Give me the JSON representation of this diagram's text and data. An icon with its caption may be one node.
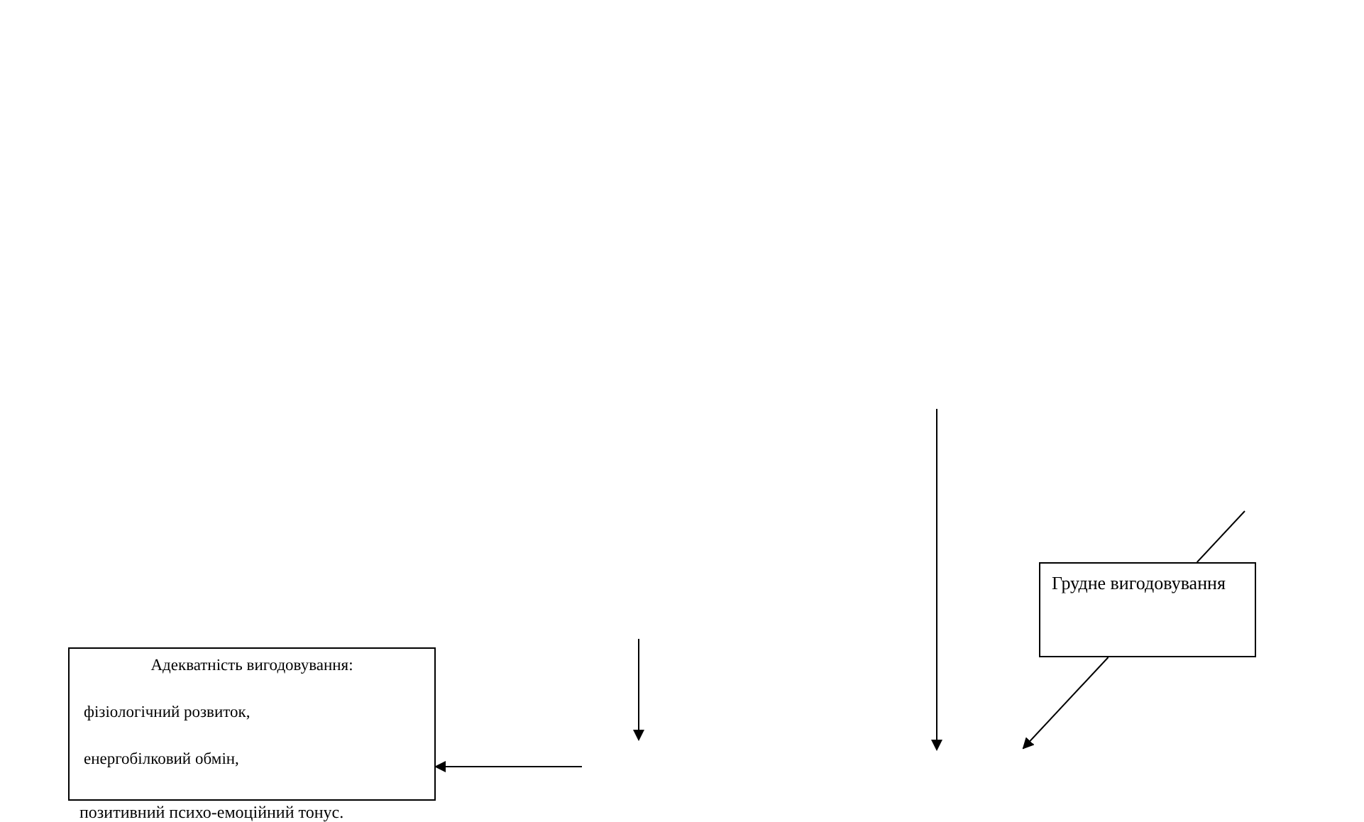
{
  "diagram": {
    "nodes": [
      {
        "text": [
          "Адекватність вигодовування:",
          "фізіологічний розвиток,",
          "енергобілковий  обмін,"
        ],
        "beside": [
          "позитивний психо-емоційний тонус."
        ]
      },
      {
        "text": [
          "Грудне вигодовування"
        ]
      }
    ],
    "edges": [
      {
        "from": null,
        "to": 0,
        "arrow": "to"
      },
      {
        "from": null,
        "to": 1,
        "arrow": "none"
      },
      {
        "from": 1,
        "to": null,
        "arrow": "to"
      }
    ]
  }
}
